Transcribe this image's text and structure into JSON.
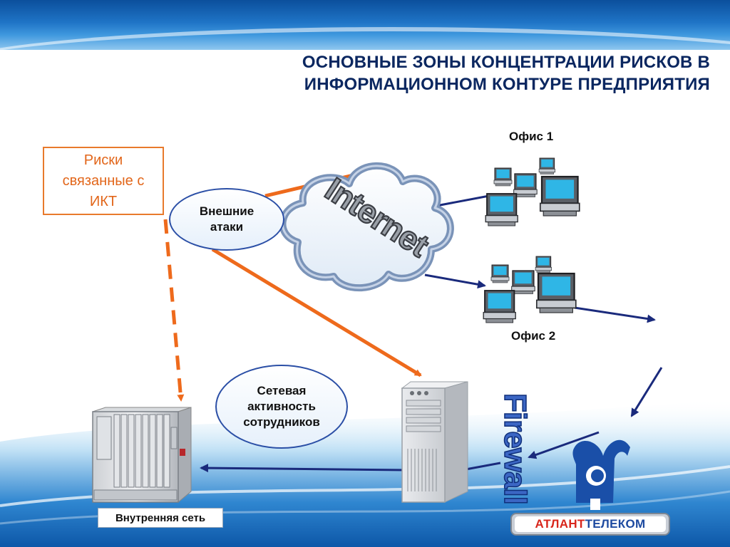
{
  "title": {
    "line1": "ОСНОВНЫЕ ЗОНЫ КОНЦЕНТРАЦИИ РИСКОВ В",
    "line2": "ИНФОРМАЦИОННОМ КОНТУРЕ ПРЕДПРИЯТИЯ"
  },
  "risks_box": {
    "line1": "Риски",
    "line2": "связанные с",
    "line3": "ИКТ"
  },
  "external_attacks": {
    "line1": "Внешние",
    "line2": "атаки"
  },
  "network_activity": {
    "line1": "Сетевая",
    "line2": "активность",
    "line3": "сотрудников"
  },
  "office1_label": "Офис 1",
  "office2_label": "Офис 2",
  "internet_label": "Internet",
  "firewall_label": "Firewall",
  "internal_network_label": "Внутренняя сеть",
  "logo": {
    "part1": "АТЛАНТ",
    "part2": "ТЕЛЕКОМ"
  },
  "colors": {
    "title": "#0b2760",
    "risk_orange": "#e87a2c",
    "arrow_navy": "#1a2a7c",
    "band_blue": "#1f74c6"
  }
}
